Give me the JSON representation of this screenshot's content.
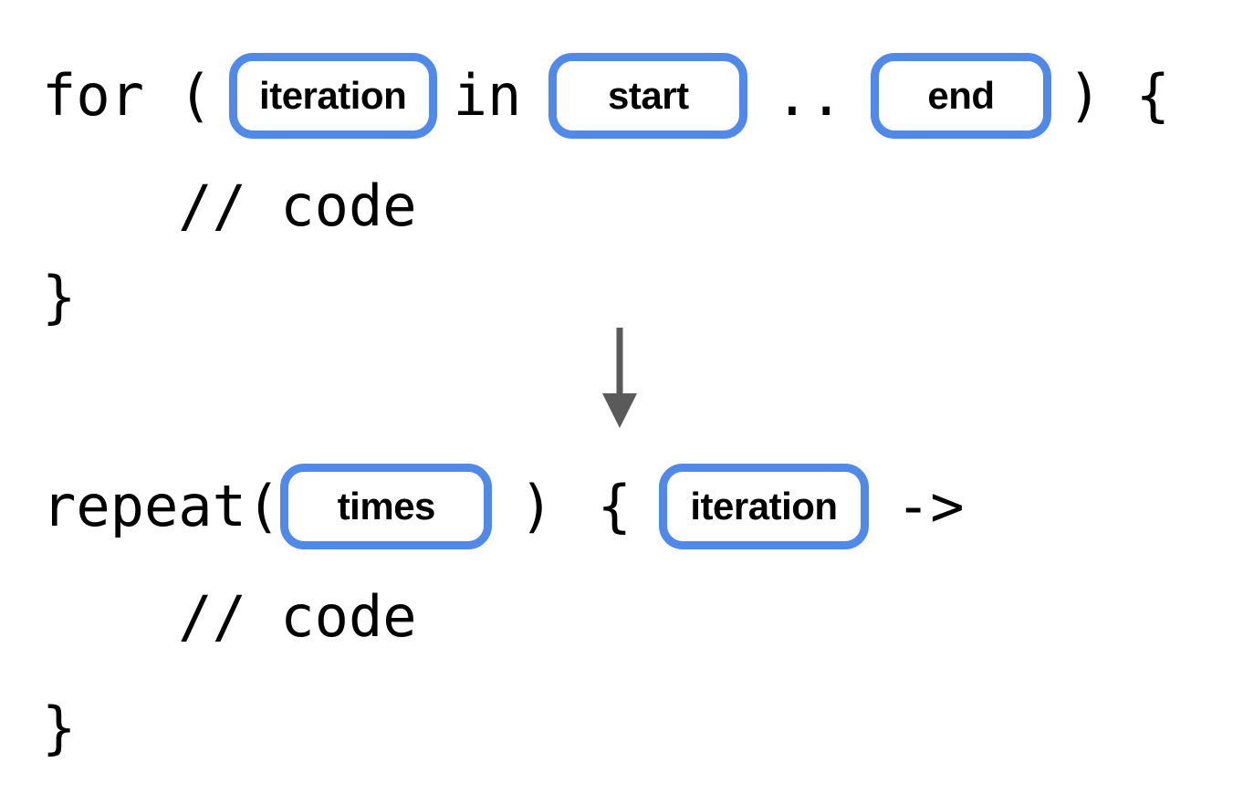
{
  "diagram": {
    "type": "code-transformation",
    "description": "Kotlin for-loop over a range rewritten as a repeat block",
    "colors": {
      "pill_border": "#5089e8",
      "pill_fill": "#ffffff",
      "code_text": "#000000",
      "arrow": "#5a5a5a",
      "background": "#ffffff"
    },
    "before": {
      "line1": {
        "keyword": "for",
        "open_paren": " (",
        "pill_iteration": "iteration",
        "in_keyword": "in",
        "pill_start": "start",
        "range_operator": "..",
        "pill_end": "end",
        "close": ") {"
      },
      "line2": "    // code",
      "line3": "}"
    },
    "arrow": {
      "name": "downward-transform-arrow",
      "direction": "down"
    },
    "after": {
      "line1": {
        "keyword": "repeat(",
        "pill_times": "times",
        "close_paren": ")",
        "open_brace": "{",
        "pill_iteration": "iteration",
        "lambda_arrow": "->"
      },
      "line2": "    // code",
      "line3": "}"
    }
  }
}
